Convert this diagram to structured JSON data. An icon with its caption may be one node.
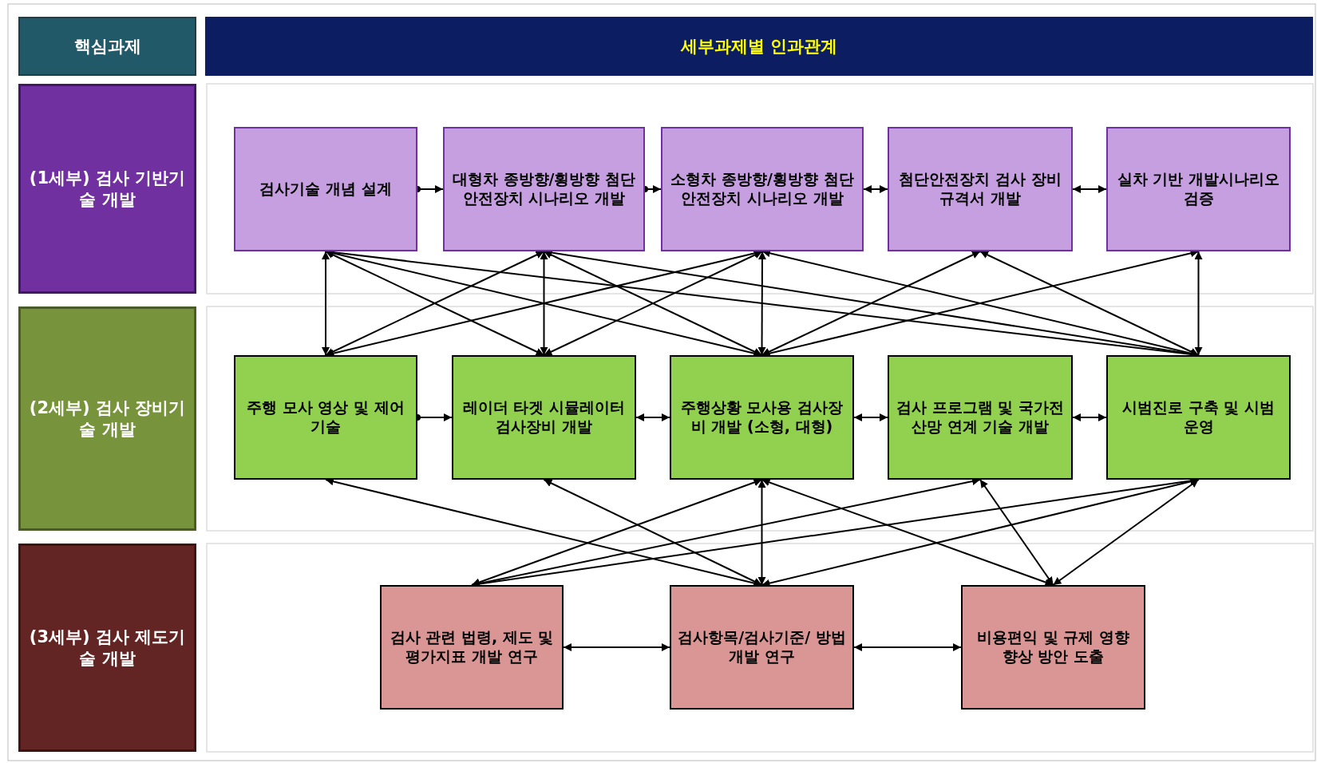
{
  "diagram": {
    "nodes": [
      {
        "text": [
          "핵심과제"
        ]
      },
      {
        "text": [
          "세부과제별 인과관계"
        ]
      },
      {
        "text": [
          "(1세부) 검사 기반기술 개발"
        ]
      },
      {
        "text": [
          "(2세부) 검사 장비기술 개발"
        ]
      },
      {
        "text": [
          "(3세부) 검사 제도기술 개발"
        ]
      },
      {
        "text": [
          "검사기술 개념 설계"
        ]
      },
      {
        "text": [
          "대형차 종방향/횡방향 첨단안전장치 시나리오 개발"
        ]
      },
      {
        "text": [
          "소형차 종방향/횡방향 첨단안전장치 시나리오 개발"
        ]
      },
      {
        "text": [
          "첨단안전장치 검사 장비 규격서 개발"
        ]
      },
      {
        "text": [
          "실차 기반 개발시나리오 검증"
        ]
      },
      {
        "text": [
          "주행 모사 영상 및 제어기술"
        ]
      },
      {
        "text": [
          "레이더 타겟 시뮬레이터 검사장비 개발"
        ]
      },
      {
        "text": [
          "주행상황 모사용 검사장비 개발 (소형, 대형)"
        ]
      },
      {
        "text": [
          "검사 프로그램 및 국가전산망 연계 기술 개발"
        ]
      },
      {
        "text": [
          "시범진로 구축 및 시범 운영"
        ]
      },
      {
        "text": [
          "검사 관련 법령, 제도 및 평가지표 개발 연구"
        ]
      },
      {
        "text": [
          "검사항목/검사기준/ 방법 개발 연구"
        ]
      },
      {
        "text": [
          "비용편익 및 규제 영향 향상 방안 도출"
        ]
      }
    ],
    "edges": [
      {
        "from": 5,
        "to": 6,
        "arrow": "to"
      },
      {
        "from": 6,
        "to": 7,
        "arrow": "to"
      },
      {
        "from": 7,
        "to": 8,
        "arrow": "both"
      },
      {
        "from": 8,
        "to": 9,
        "arrow": "both"
      },
      {
        "from": 10,
        "to": 11,
        "arrow": "to"
      },
      {
        "from": 11,
        "to": 12,
        "arrow": "both"
      },
      {
        "from": 12,
        "to": 13,
        "arrow": "both"
      },
      {
        "from": 13,
        "to": 14,
        "arrow": "both"
      },
      {
        "from": 15,
        "to": 16,
        "arrow": "both"
      },
      {
        "from": 16,
        "to": 17,
        "arrow": "both"
      },
      {
        "from": 5,
        "to": 10,
        "arrow": "both"
      },
      {
        "from": 5,
        "to": 11,
        "arrow": "both"
      },
      {
        "from": 5,
        "to": 12,
        "arrow": "both"
      },
      {
        "from": 5,
        "to": 14,
        "arrow": "both"
      },
      {
        "from": 6,
        "to": 10,
        "arrow": "both"
      },
      {
        "from": 6,
        "to": 11,
        "arrow": "both"
      },
      {
        "from": 6,
        "to": 12,
        "arrow": "both"
      },
      {
        "from": 6,
        "to": 14,
        "arrow": "both"
      },
      {
        "from": 7,
        "to": 10,
        "arrow": "both"
      },
      {
        "from": 7,
        "to": 11,
        "arrow": "both"
      },
      {
        "from": 7,
        "to": 12,
        "arrow": "both"
      },
      {
        "from": 7,
        "to": 14,
        "arrow": "both"
      },
      {
        "from": 8,
        "to": 12,
        "arrow": "both"
      },
      {
        "from": 8,
        "to": 14,
        "arrow": "both"
      },
      {
        "from": 9,
        "to": 12,
        "arrow": "both"
      },
      {
        "from": 9,
        "to": 14,
        "arrow": "both"
      },
      {
        "from": 10,
        "to": 16,
        "arrow": "both"
      },
      {
        "from": 11,
        "to": 16,
        "arrow": "both"
      },
      {
        "from": 12,
        "to": 15,
        "arrow": "both"
      },
      {
        "from": 12,
        "to": 16,
        "arrow": "both"
      },
      {
        "from": 12,
        "to": 17,
        "arrow": "both"
      },
      {
        "from": 13,
        "to": 15,
        "arrow": "both"
      },
      {
        "from": 13,
        "to": 17,
        "arrow": "both"
      },
      {
        "from": 14,
        "to": 15,
        "arrow": "both"
      },
      {
        "from": 14,
        "to": 16,
        "arrow": "both"
      },
      {
        "from": 14,
        "to": 17,
        "arrow": "both"
      }
    ]
  }
}
